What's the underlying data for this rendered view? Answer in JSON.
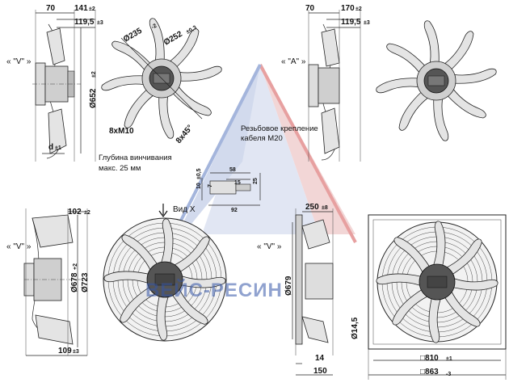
{
  "view_labels": {
    "v_top_left": "« \"V\" »",
    "a_top_right": "« \"A\" »",
    "v_mid_left": "« \"V\" »",
    "v_mid_right": "« \"V\" »",
    "vid_x": "Вид X"
  },
  "top_left": {
    "d70": "70",
    "d141": "141",
    "d141_tol": "±2",
    "d1195": "119,5",
    "d1195_tol": "±3",
    "d652": "Ø652",
    "d652_tol": "±2",
    "d_label": "d",
    "d_tol": "±1"
  },
  "top_center": {
    "d235": "Ø235",
    "d235_tol": "-2",
    "d252": "Ø252",
    "d252_tol": "±0,3",
    "m10": "8xM10",
    "angle": "8x45°",
    "depth_note_1": "Глубина винчивания",
    "depth_note_2": "макс. 25 мм",
    "cable_note_1": "Резьбовое крепление",
    "cable_note_2": "кабеля M20"
  },
  "top_right": {
    "d70": "70",
    "d170": "170",
    "d170_tol": "±2",
    "d1195": "119,5",
    "d1195_tol": "±3"
  },
  "connector": {
    "d58": "58",
    "d15": "15",
    "d92": "92",
    "d25": "25",
    "d10": "10",
    "d10_tol": "±0,5",
    "d7": "7"
  },
  "mid_left": {
    "d102": "102",
    "d102_tol": "±2",
    "d678": "Ø678",
    "d678_tol": "+2",
    "d723": "Ø723",
    "d109": "109",
    "d109_tol": "±3"
  },
  "mid_right": {
    "d250": "250",
    "d250_tol": "±8",
    "d679": "Ø679",
    "d145": "Ø14,5",
    "d14": "14",
    "d150": "150",
    "d810": "□810",
    "d810_tol": "±1",
    "d863": "□863",
    "d863_tol": "-3"
  },
  "watermark": {
    "text": "ВЕЙС-РЕСИН"
  }
}
